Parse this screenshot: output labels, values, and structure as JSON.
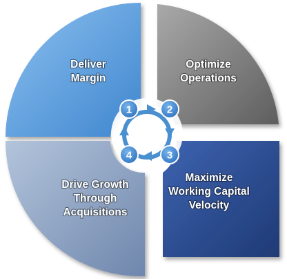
{
  "quadrants": [
    {
      "id": "top-left",
      "lines": [
        "Deliver",
        "Margin"
      ],
      "color": "#5b9bd5"
    },
    {
      "id": "top-right",
      "lines": [
        "Optimize",
        "Operations"
      ],
      "color": "#808080"
    },
    {
      "id": "bottom-right",
      "lines": [
        "Maximize",
        "Working Capital",
        "Velocity"
      ],
      "color": "#2f4f8f"
    },
    {
      "id": "bottom-left",
      "lines": [
        "Drive Growth",
        "Through",
        "Acquisitions"
      ],
      "color": "#8fa5c2"
    }
  ],
  "cycle": {
    "steps": [
      "1",
      "2",
      "3",
      "4"
    ],
    "color": "#4a8fd0"
  }
}
